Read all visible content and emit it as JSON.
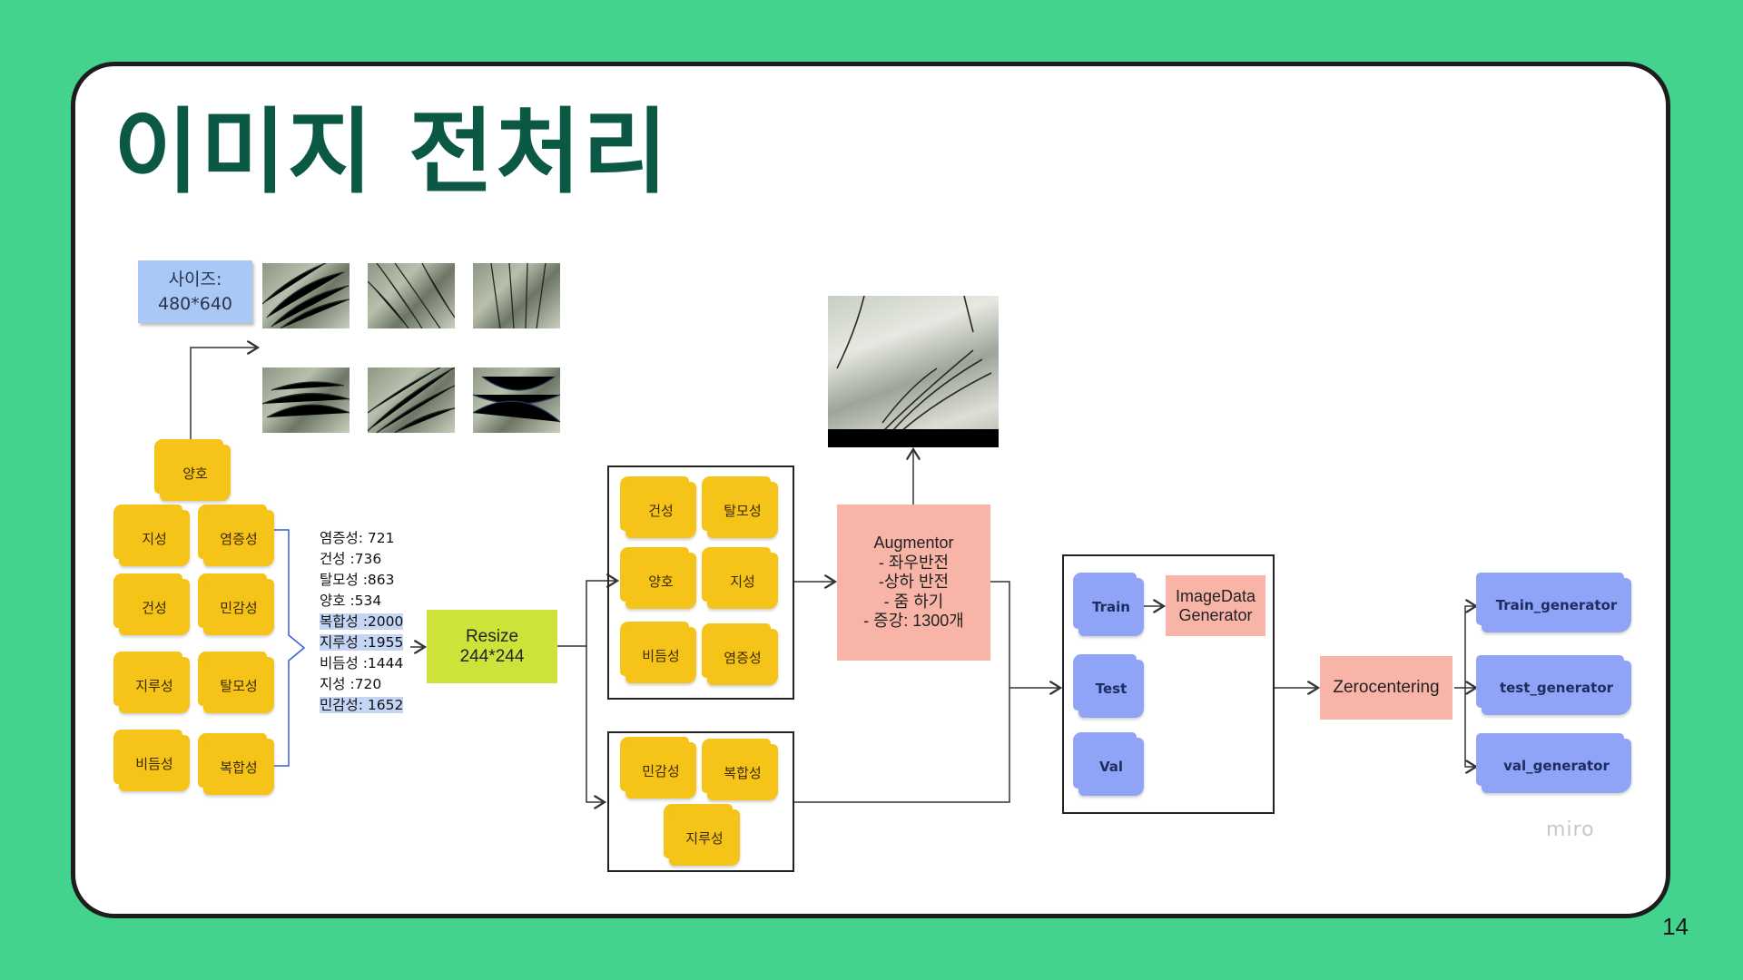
{
  "title": "이미지 전처리",
  "page_number": "14",
  "size_note": {
    "line1": "사이즈:",
    "line2": "480*640"
  },
  "source_note": "양호",
  "classes_left": [
    "지성",
    "염증성",
    "건성",
    "민감성",
    "지루성",
    "탈모성",
    "비듬성",
    "복합성"
  ],
  "counts": [
    {
      "text": "염증성: 721",
      "highlight": false
    },
    {
      "text": "건성 :736",
      "highlight": false
    },
    {
      "text": "탈모성 :863",
      "highlight": false
    },
    {
      "text": "양호 :534",
      "highlight": false
    },
    {
      "text": "복합성 :2000",
      "highlight": true
    },
    {
      "text": "지루성 :1955",
      "highlight": true
    },
    {
      "text": "비듬성 :1444",
      "highlight": false
    },
    {
      "text": "지성 :720",
      "highlight": false
    },
    {
      "text": "민감성: 1652",
      "highlight": true
    }
  ],
  "resize": {
    "line1": "Resize",
    "line2": "244*244"
  },
  "group_upper": [
    "건성",
    "탈모성",
    "양호",
    "지성",
    "비듬성",
    "염증성"
  ],
  "group_lower": [
    "민감성",
    "복합성",
    "지루성"
  ],
  "augmentor": {
    "line1": "Augmentor",
    "line2": "- 좌우반전",
    "line3": "-상하 반전",
    "line4": "- 줌 하기",
    "line5": "- 증강: 1300개"
  },
  "split": {
    "train": "Train",
    "test": "Test",
    "val": "Val"
  },
  "imagedata": {
    "line1": "ImageData",
    "line2": "Generator"
  },
  "zerocentering": "Zerocentering",
  "generators": [
    "Train_generator",
    "test_generator",
    "val_generator"
  ],
  "watermark": "miro",
  "colors": {
    "background": "#43d38f",
    "title": "#0b5945",
    "sticky_yellow": "#f6c318",
    "sticky_blue": "#8fa4f7",
    "pink": "#f9b4a8",
    "green_box": "#cde33a",
    "size_note": "#a9c8f5"
  }
}
